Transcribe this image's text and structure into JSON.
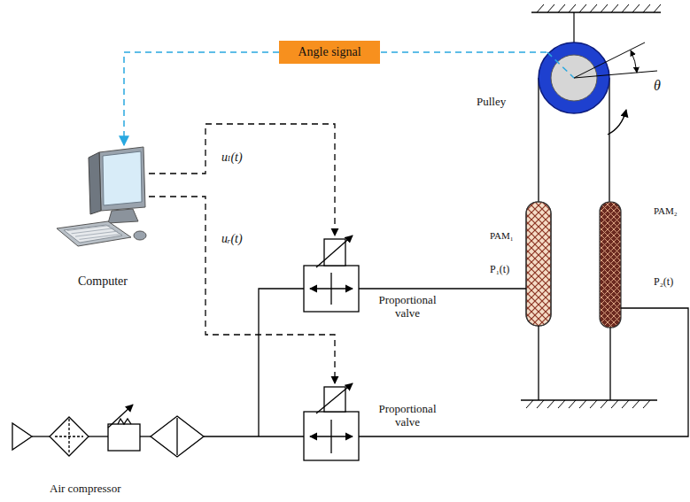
{
  "diagram": {
    "nodes": [
      {
        "text": [
          "Angle signal"
        ]
      },
      {
        "text": [
          "Computer"
        ]
      }
    ],
    "edges": [
      {
        "from": 0,
        "to": 1,
        "arrow": "to"
      }
    ],
    "labels": [
      "Pulley",
      "θ",
      "uₗ(t)",
      "uᵣ(t)",
      "PAM₁",
      "P₁(t)",
      "PAM₂",
      "P₂(t)",
      "Proportional valve",
      "Proportional valve",
      "Air compressor"
    ]
  }
}
